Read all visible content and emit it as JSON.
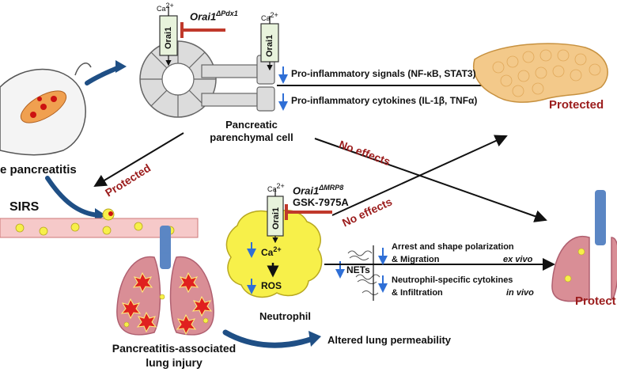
{
  "labels": {
    "orai1_pdx1": "Orai1",
    "orai1_pdx1_sup": "ΔPdx1",
    "orai1_mrp8": "Orai1",
    "orai1_mrp8_sup": "ΔMRP8",
    "gsk": "GSK-7975A",
    "ca_ion": "Ca",
    "ca_sup": "2+",
    "orai1_box": "Orai1",
    "pro_signals": "Pro-inflammatory signals (NF-κB, STAT3)",
    "pro_cytokines": "Pro-inflammatory cytokines (IL-1β, TNFα)",
    "parenchymal_line1": "Pancreatic",
    "parenchymal_line2": "parenchymal cell",
    "protected_top": "Protected",
    "protected_left": "Protected",
    "protected_right": "Protect",
    "no_effects_1": "No effects",
    "no_effects_2": "No effects",
    "pancreatitis": "e pancreatitis",
    "sirs": "SIRS",
    "ros": "ROS",
    "neutrophil": "Neutrophil",
    "nets": "NETs",
    "arrest_line1": "Arrest and shape polarization",
    "arrest_line2": "& Migration",
    "ex_vivo": "ex vivo",
    "cyto_line1": "Neutrophil-specific cytokines",
    "cyto_line2": "& Infiltration",
    "in_vivo": "in vivo",
    "lung_injury_line1": "Pancreatitis-associated",
    "lung_injury_line2": "lung injury",
    "permeability": "Altered lung permeability"
  },
  "colors": {
    "accent_red": "#9b1c1c",
    "inhibit_red": "#c0392b",
    "down_blue": "#2f6fd6",
    "neutrophil_yellow": "#f7f04a",
    "pancreas_orange": "#f3c98a",
    "lung_pink": "#d98e96",
    "trachea_blue": "#5b86c4",
    "swoosh_blue": "#1f4f85"
  }
}
